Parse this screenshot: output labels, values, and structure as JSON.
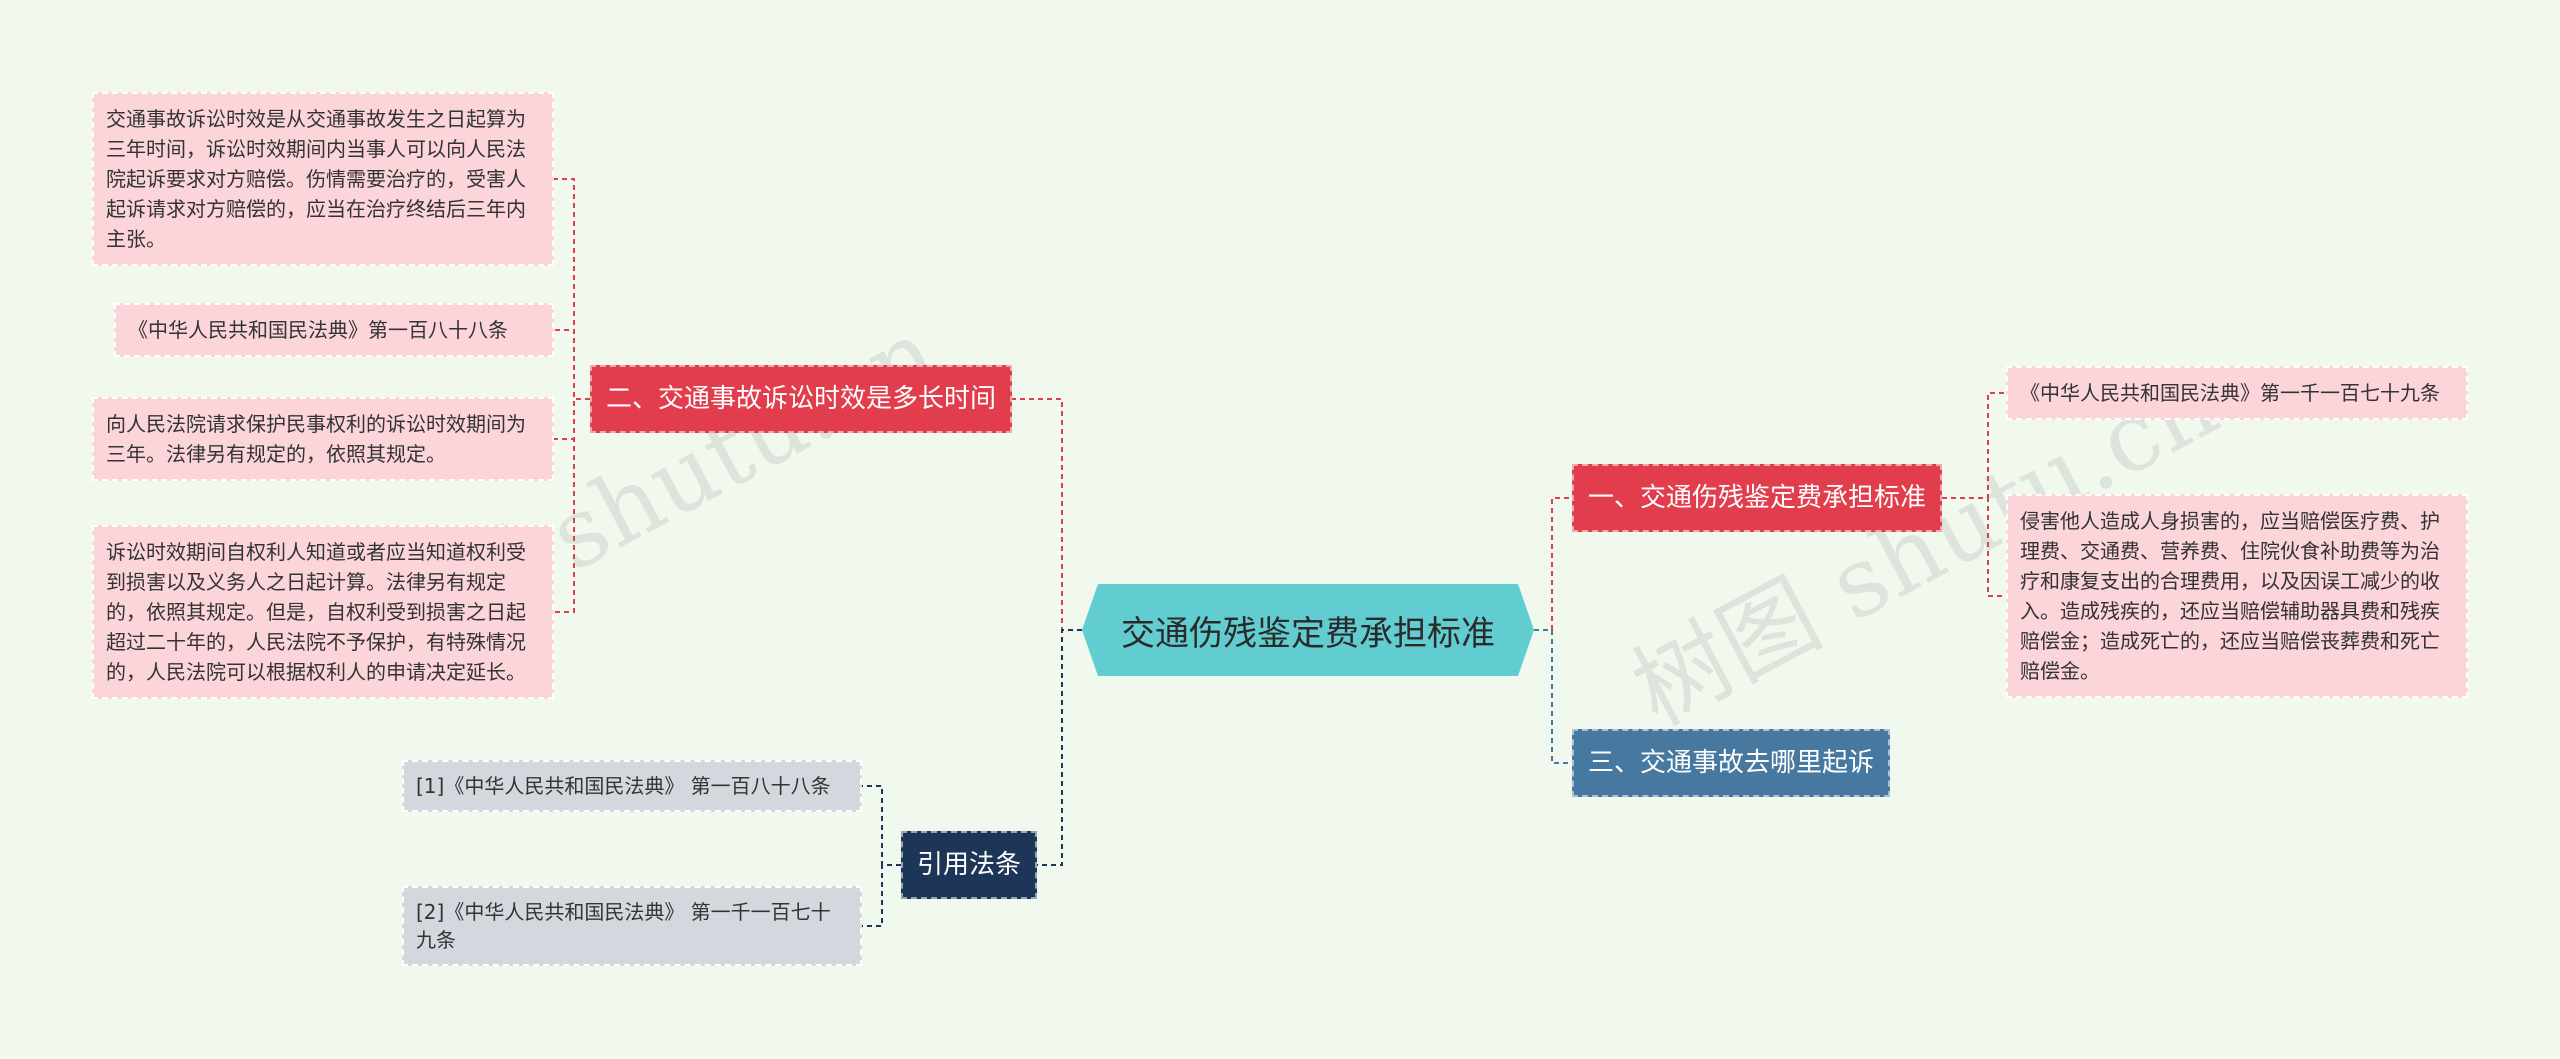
{
  "root": {
    "label": "交通伤残鉴定费承担标准"
  },
  "branches": [
    {
      "label": "二、交通事故诉讼时效是多长时间",
      "leaves": [
        "交通事故诉讼时效是从交通事故发生之日起算为三年时间，诉讼时效期间内当事人可以向人民法院起诉要求对方赔偿。伤情需要治疗的，受害人起诉请求对方赔偿的，应当在治疗终结后三年内主张。",
        "《中华人民共和国民法典》第一百八十八条",
        "向人民法院请求保护民事权利的诉讼时效期间为三年。法律另有规定的，依照其规定。",
        "诉讼时效期间自权利人知道或者应当知道权利受到损害以及义务人之日起计算。法律另有规定的，依照其规定。但是，自权利受到损害之日起超过二十年的，人民法院不予保护，有特殊情况的，人民法院可以根据权利人的申请决定延长。"
      ]
    },
    {
      "label": "引用法条",
      "leaves": [
        "[1]《中华人民共和国民法典》 第一百八十八条",
        "[2]《中华人民共和国民法典》 第一千一百七十九条"
      ]
    },
    {
      "label": "一、交通伤残鉴定费承担标准",
      "leaves": [
        "《中华人民共和国民法典》第一千一百七十九条",
        "侵害他人造成人身损害的，应当赔偿医疗费、护理费、交通费、营养费、住院伙食补助费等为治疗和康复支出的合理费用，以及因误工减少的收入。造成残疾的，还应当赔偿辅助器具费和残疾赔偿金；造成死亡的，还应当赔偿丧葬费和死亡赔偿金。"
      ]
    },
    {
      "label": "三、交通事故去哪里起诉",
      "leaves": []
    }
  ],
  "watermarks": [
    "树图 shutu.cn",
    "树图 shutu.cn"
  ],
  "colors": {
    "root": "#61cdd0",
    "branch_red": "#e23d4c",
    "branch_blue": "#4779a0",
    "branch_navy": "#1d3557",
    "leaf_pink": "#fbd5da",
    "leaf_gray": "#d4d8de",
    "link_red": "#d9414f",
    "link_blue": "#4779a0",
    "link_navy": "#1d3557"
  }
}
